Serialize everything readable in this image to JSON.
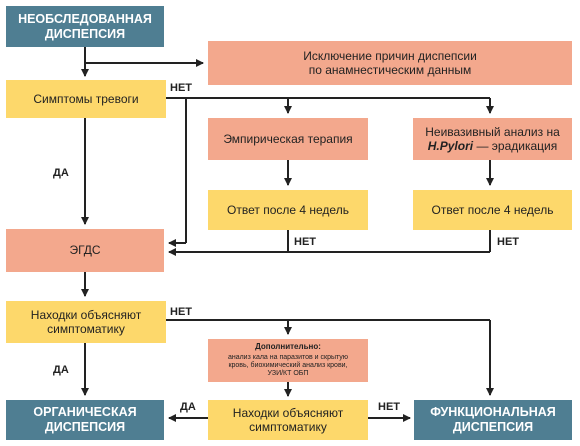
{
  "colors": {
    "blue": "#4f7e92",
    "yellow": "#fdd86b",
    "salmon": "#f3a88d",
    "line": "#222222"
  },
  "nodes": {
    "uninvestigated": [
      "НЕОБСЛЕДОВАННАЯ",
      "ДИСПЕПСИЯ"
    ],
    "exclusion": [
      "Исключение причин диспепсии",
      "по анамнестическим данным"
    ],
    "alarm": "Симптомы тревоги",
    "empiric": "Эмпирическая терапия",
    "hpylori_line1": "Неивазивный анализ на",
    "hpylori_bold": "H.Pylori",
    "hpylori_rest": " — эрадикация",
    "response_left": "Ответ после 4 недель",
    "response_right": "Ответ после 4 недель",
    "egds": "ЭГДС",
    "findings_top": [
      "Находки объясняют",
      "симптоматику"
    ],
    "additional_title": "Дополнительно:",
    "additional_text": [
      "анализ кала на паразитов и скрытую",
      "кровь, биохимический анализ крови,",
      "УЗИ/КТ ОБП"
    ],
    "organic": [
      "ОРГАНИЧЕСКАЯ",
      "ДИСПЕПСИЯ"
    ],
    "findings_bottom": [
      "Находки объясняют",
      "симптоматику"
    ],
    "functional": [
      "ФУНКЦИОНАЛЬНАЯ",
      "ДИСПЕПСИЯ"
    ]
  },
  "labels": {
    "net_alarm": "НЕТ",
    "da_alarm": "ДА",
    "net_left": "НЕТ",
    "net_right": "НЕТ",
    "net_findings": "НЕТ",
    "da_findings": "ДА",
    "da_bottom": "ДА",
    "net_bottom": "НЕТ"
  }
}
